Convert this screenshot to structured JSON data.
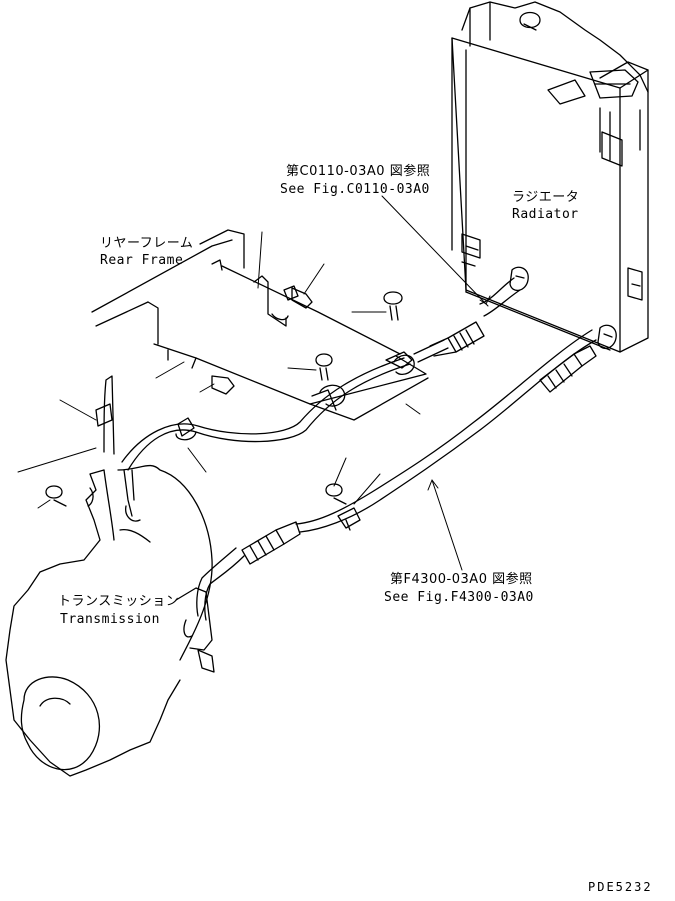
{
  "labels": {
    "rear_frame_ja": "リヤーフレーム",
    "rear_frame_en": "Rear Frame",
    "radiator_ja": "ラジエータ",
    "radiator_en": "Radiator",
    "transmission_ja": "トランスミッション",
    "transmission_en": "Transmission",
    "ref_top_ja": "第C0110-03A0 図参照",
    "ref_top_en": "See Fig.C0110-03A0",
    "ref_bottom_ja": "第F4300-03A0 図参照",
    "ref_bottom_en": "See Fig.F4300-03A0",
    "drawing_code": "PDE5232"
  },
  "colors": {
    "line": "#000000",
    "background": "#ffffff"
  }
}
